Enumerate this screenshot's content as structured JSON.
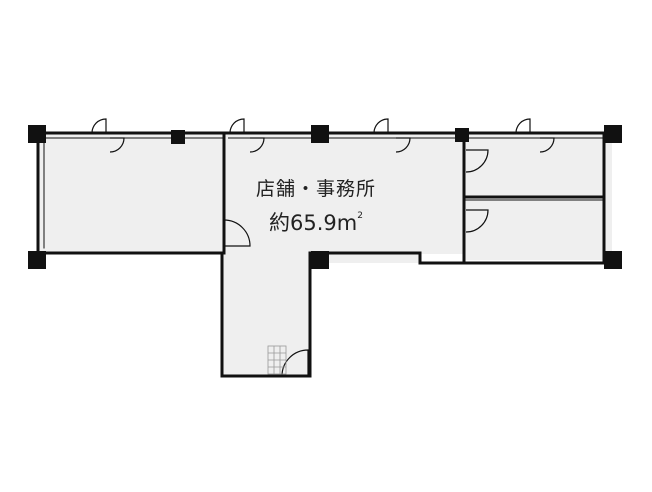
{
  "room": {
    "name": "店舗・事務所",
    "area_prefix": "約65.9m",
    "area_unit_sup": "2"
  },
  "colors": {
    "floor_fill": "#efefef",
    "wall": "#111111",
    "background": "#ffffff"
  },
  "icons": [
    "door-swing-icon",
    "column-icon",
    "stairs-icon"
  ]
}
